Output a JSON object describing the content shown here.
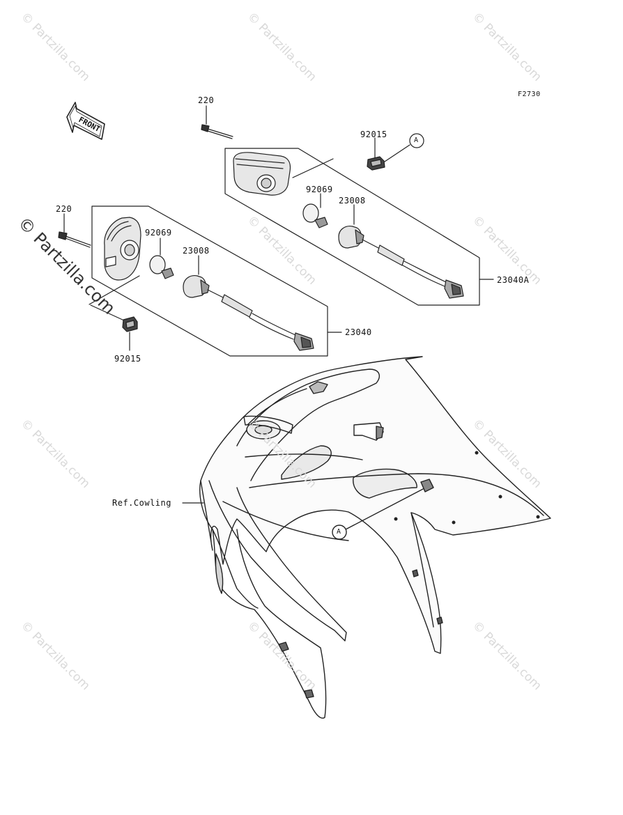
{
  "figure_code": "F2730",
  "front_arrow_label": "FRONT",
  "watermark_text": "© Partzilla.com",
  "callouts": {
    "bolt_right": "220",
    "clip_right": "92015",
    "ref_a_top": "A",
    "bulb_right": "92069",
    "socket_right": "23008",
    "assembly_right": "23040A",
    "bolt_left": "220",
    "bulb_left": "92069",
    "socket_left": "23008",
    "assembly_left": "23040",
    "clip_left": "92015",
    "ref_cowling": "Ref.Cowling",
    "ref_a_bottom": "A"
  }
}
